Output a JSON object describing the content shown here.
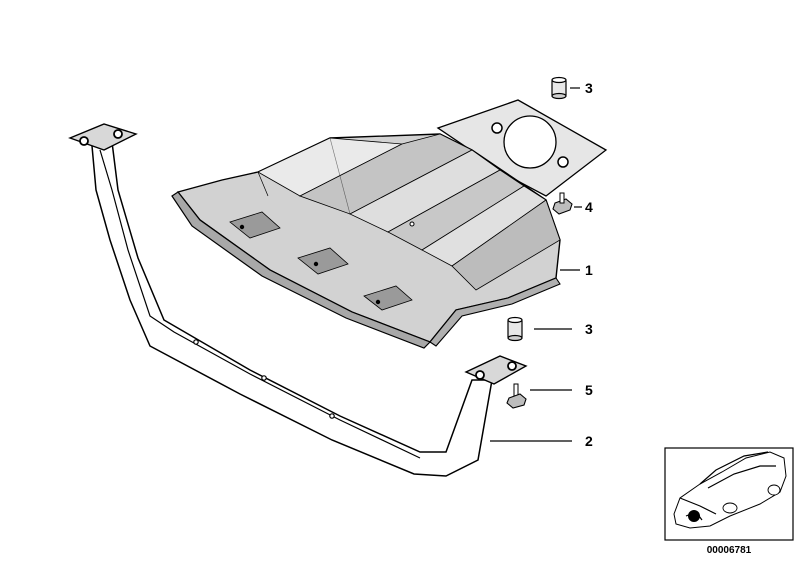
{
  "callouts": {
    "c1": "1",
    "c2": "2",
    "c3a": "3",
    "c3b": "3",
    "c4": "4",
    "c5": "5"
  },
  "inset": {
    "code": "00006781"
  },
  "colors": {
    "line": "#000000",
    "shade": "#b8b8b8",
    "light": "#e6e6e6",
    "paper": "#ffffff"
  }
}
